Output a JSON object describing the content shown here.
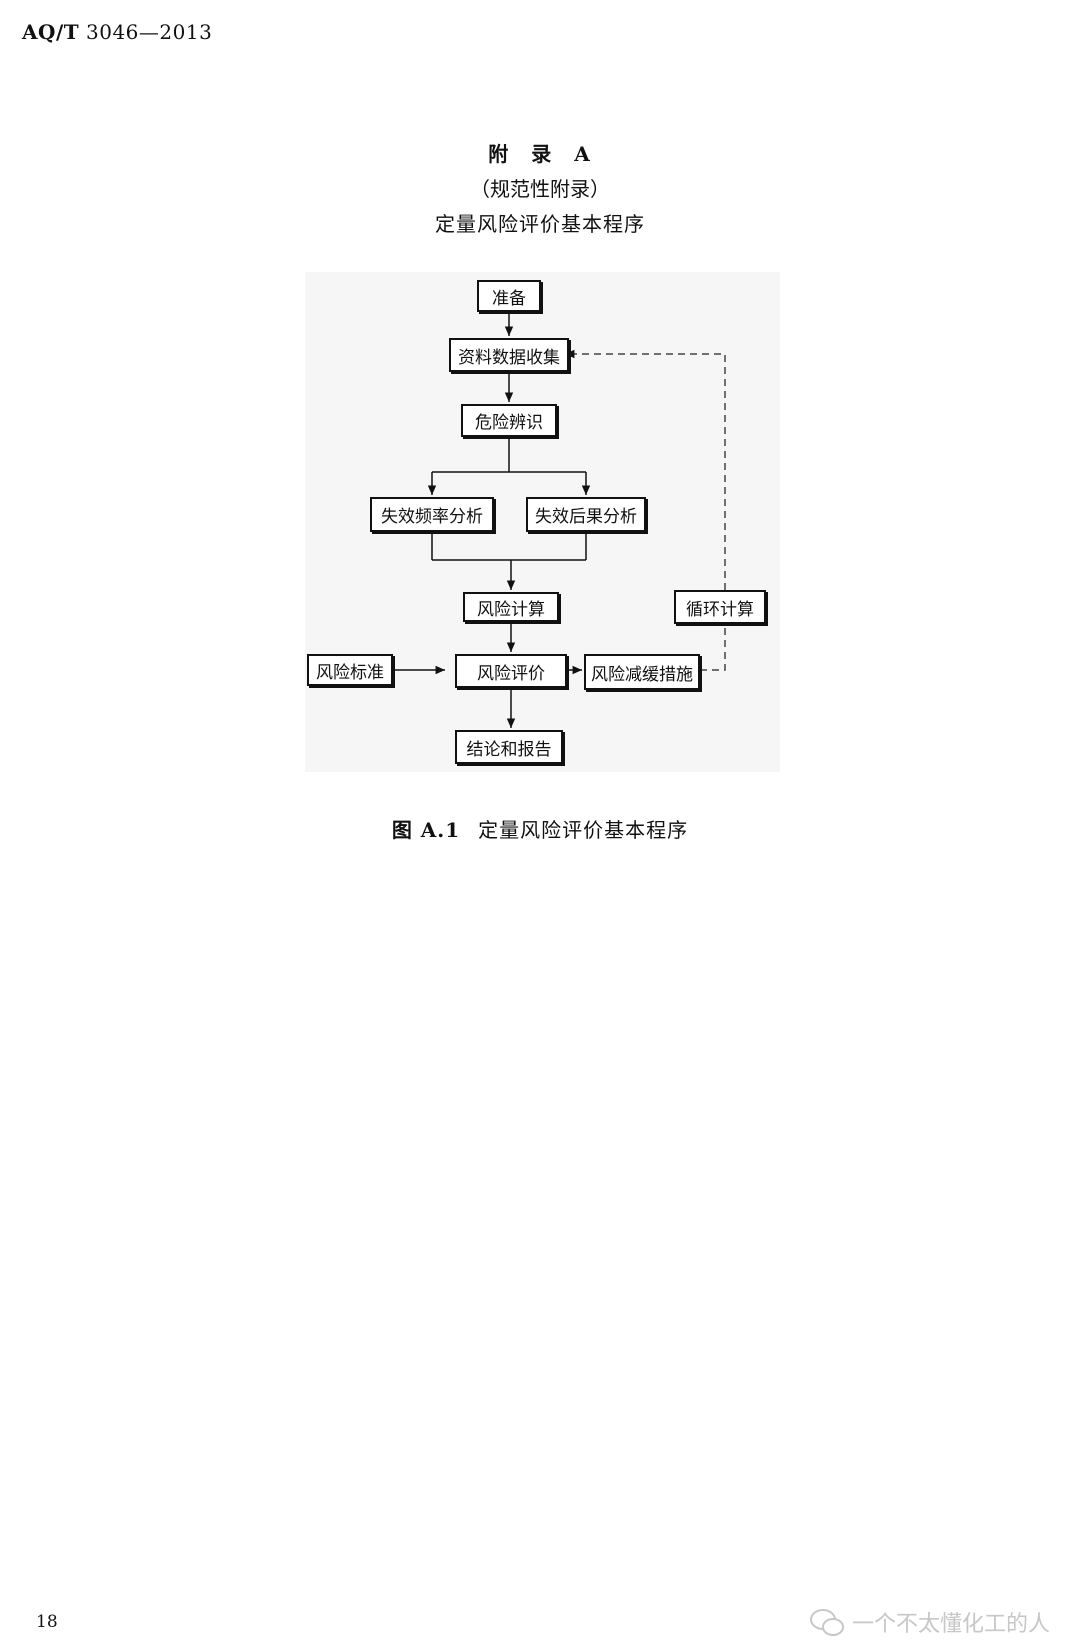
{
  "header": {
    "standard_prefix": "AQ/T",
    "standard_number": "3046—2013"
  },
  "appendix": {
    "heading": "附 录 A",
    "type": "（规范性附录）",
    "title": "定量风险评价基本程序"
  },
  "flowchart": {
    "nodes": {
      "prepare": "准备",
      "data_collection": "资料数据收集",
      "hazard_identification": "危险辨识",
      "failure_frequency": "失效频率分析",
      "failure_consequence": "失效后果分析",
      "risk_calculation": "风险计算",
      "risk_criteria": "风险标准",
      "risk_evaluation": "风险评价",
      "risk_mitigation": "风险减缓措施",
      "iterative_calculation": "循环计算",
      "conclusion_report": "结论和报告"
    }
  },
  "figure": {
    "label": "图 A.1",
    "title": "定量风险评价基本程序"
  },
  "footer": {
    "page_number": "18",
    "watermark": "一个不太懂化工的人",
    "watermark_icon": "wechat-icon"
  }
}
